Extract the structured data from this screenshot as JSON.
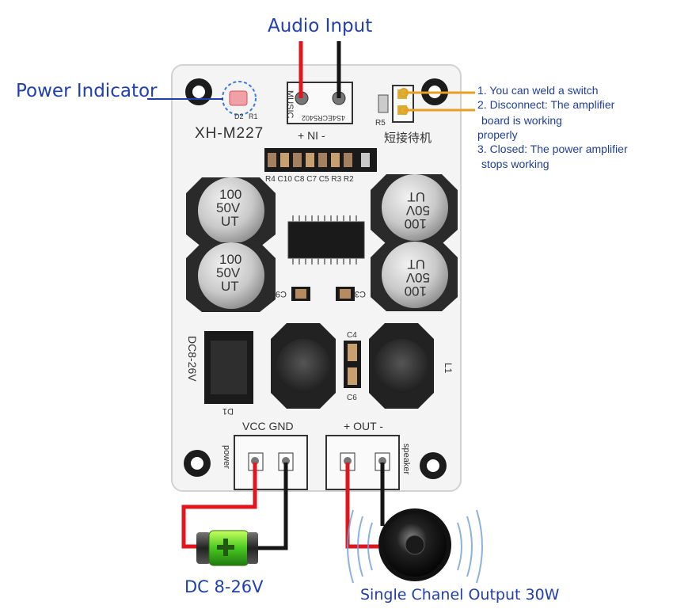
{
  "labels": {
    "audio_input": "Audio Input",
    "power_indicator": "Power Indicator",
    "dc_voltage": "DC 8-26V",
    "output": "Single Chanel Output 30W"
  },
  "notes": [
    "1. You can weld a switch",
    "2. Disconnect: The amplifier",
    "board is working",
    "properly",
    "3. Closed: The power amplifier",
    "stops working"
  ],
  "board": {
    "model": "XH-M227",
    "music": "MUSIC",
    "in_label": "+ NI -",
    "chip_code": "4S4ECR5402",
    "standby": "短接待机",
    "smd_row": "R4 C10 C8 C7 C5 R3 R2",
    "cap_text_1": "100",
    "cap_text_2": "50V",
    "cap_text_3": "UT",
    "c3": "C3",
    "c9": "C9",
    "c4": "C4",
    "c6": "C6",
    "l1": "L1",
    "dc_rating": "DC8-26V",
    "d1": "D1",
    "vcc_gnd": "VCC GND",
    "out_label": "+ OUT -",
    "power_text": "power",
    "speaker_text": "speaker",
    "d2": "D2",
    "r1": "R1",
    "r5": "R5"
  },
  "colors": {
    "label_blue": "#1f3fb0",
    "wire_red": "#e0161c",
    "wire_black": "#151515",
    "lead_orange": "#e8a020",
    "board_white": "#f4f4f4"
  }
}
